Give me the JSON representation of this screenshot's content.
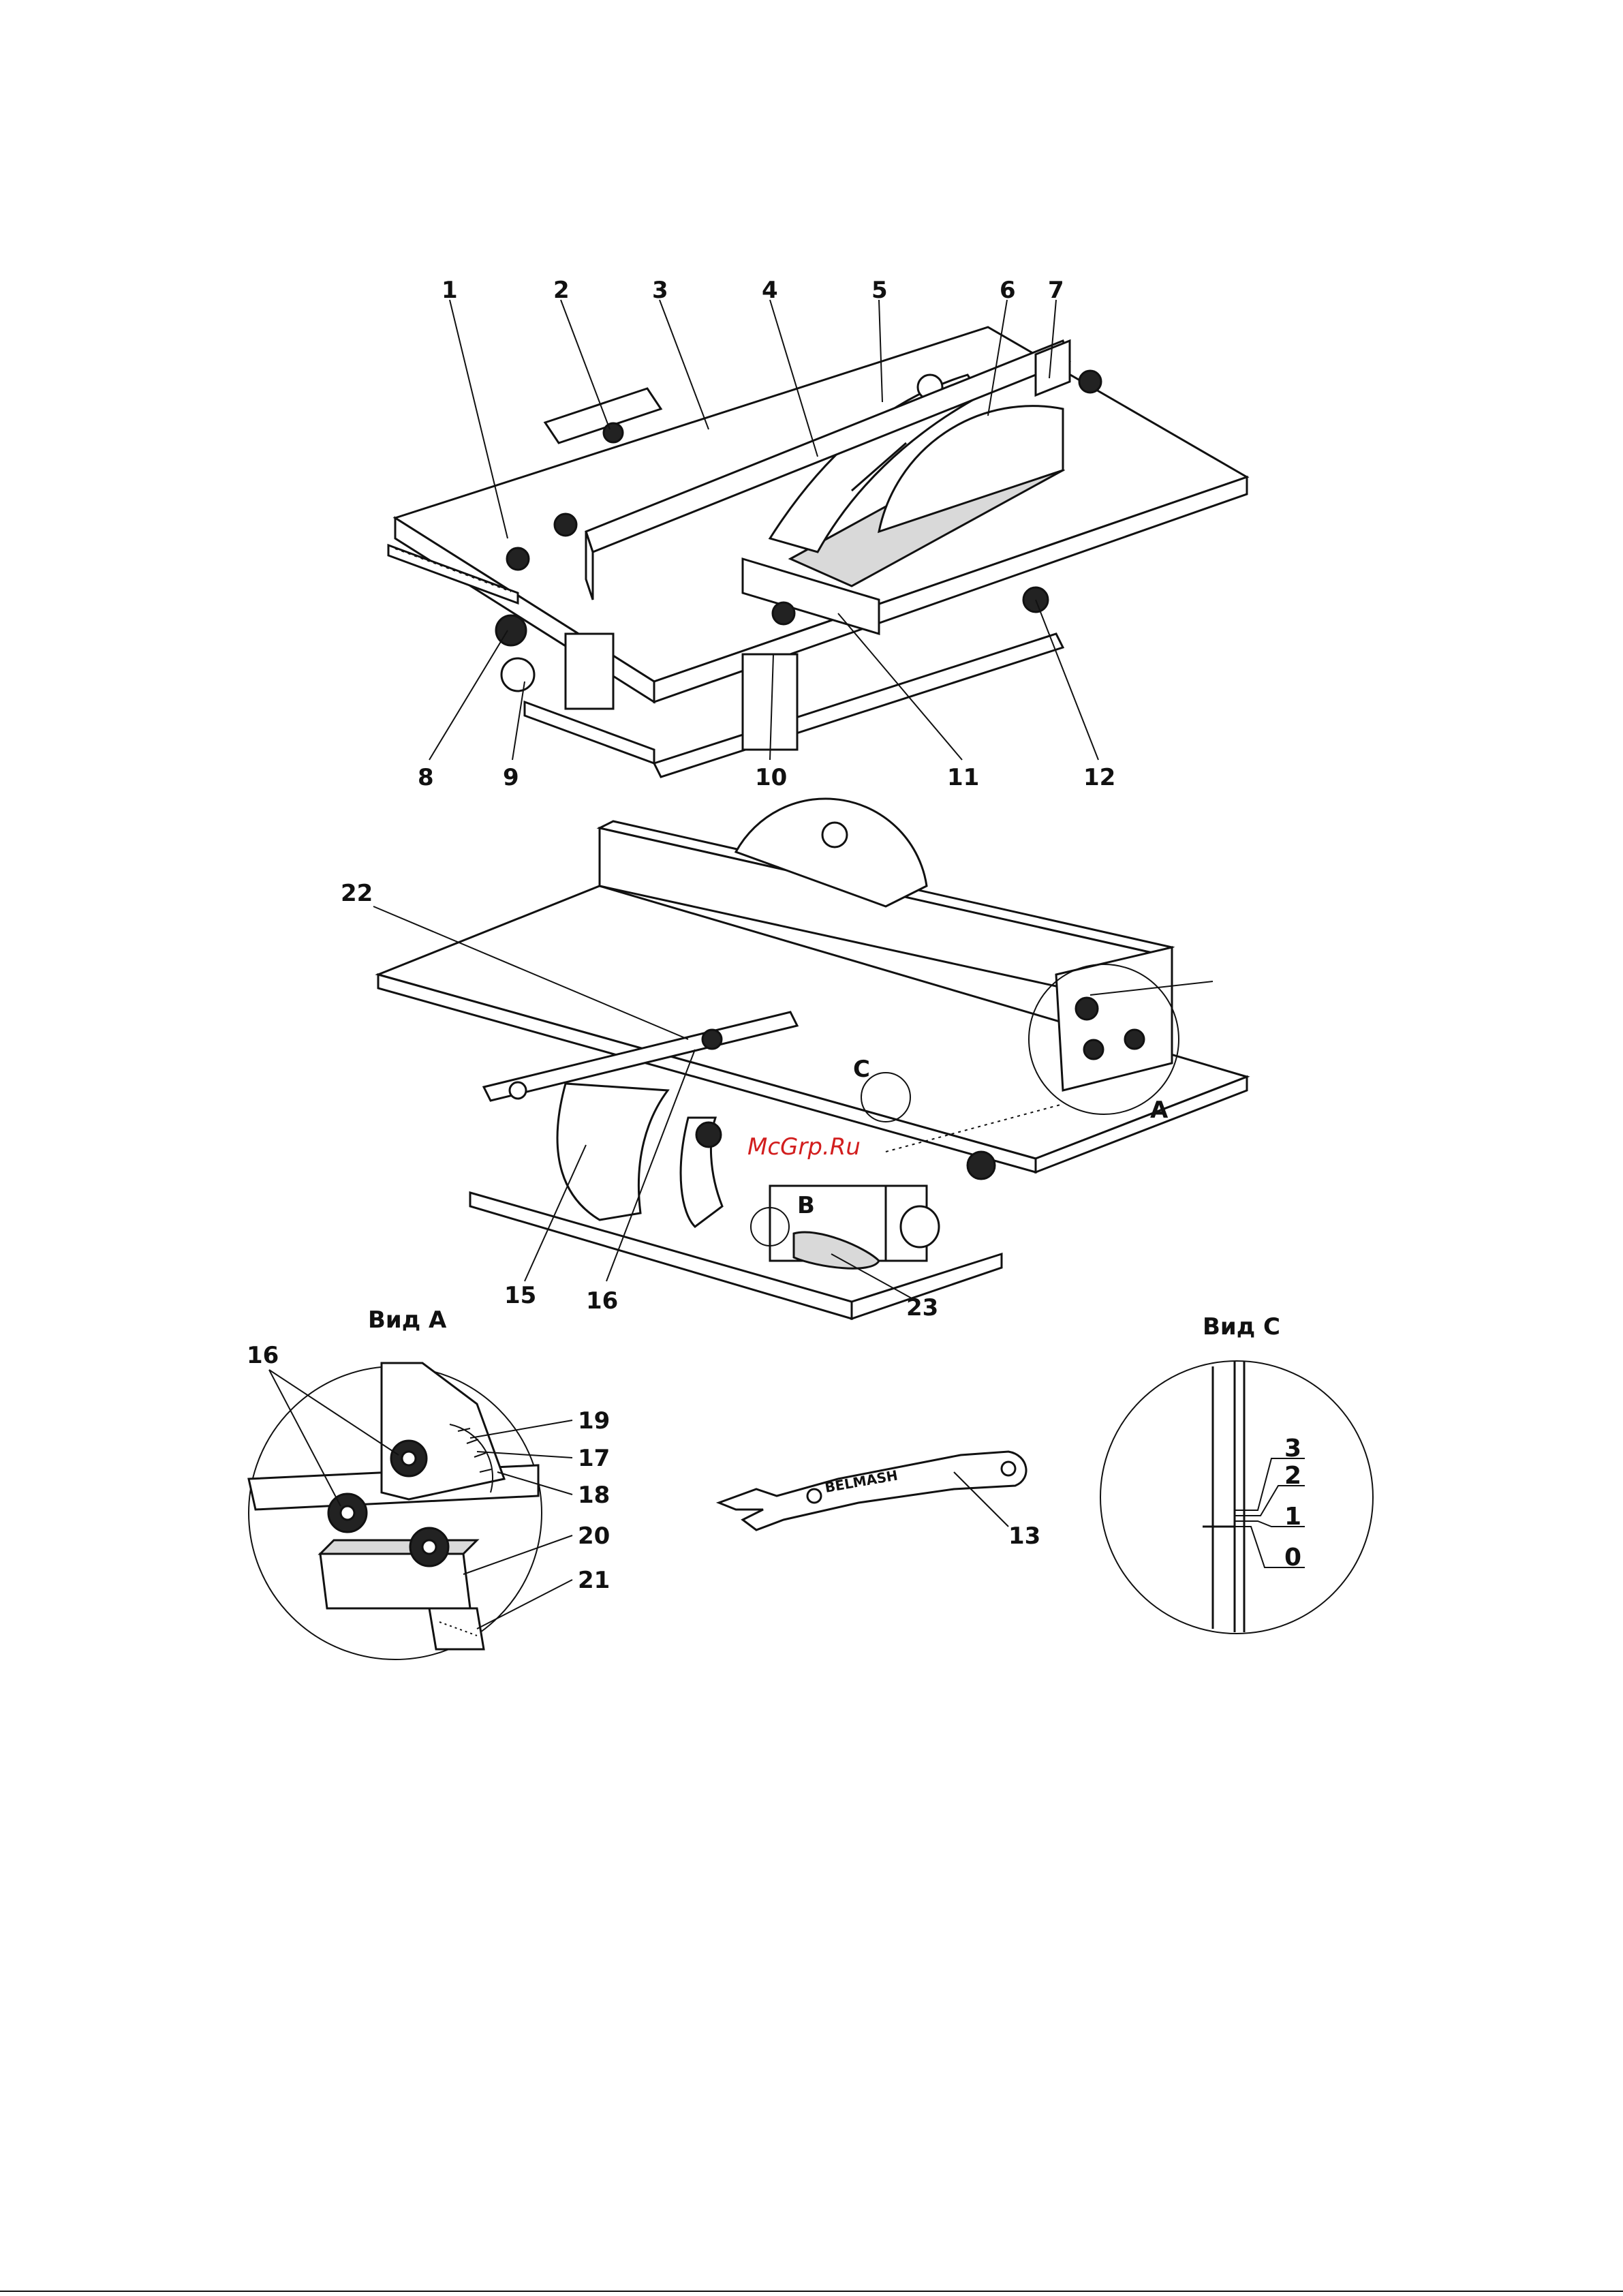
{
  "figure1": {
    "callouts": [
      "1",
      "2",
      "3",
      "4",
      "5",
      "6",
      "7",
      "8",
      "9",
      "10",
      "11",
      "12"
    ]
  },
  "figure2": {
    "callouts": [
      "22",
      "15",
      "16",
      "23"
    ],
    "view_markers": [
      "C",
      "A",
      "B"
    ],
    "watermark": "McGrp.Ru"
  },
  "view_a": {
    "title": "Вид А",
    "callouts": [
      "16",
      "19",
      "17",
      "18",
      "20",
      "21"
    ]
  },
  "wrench": {
    "brand": "BELMASH",
    "callout": "13"
  },
  "view_c": {
    "title": "Вид С",
    "scale_labels": [
      "3",
      "2",
      "1",
      "0"
    ]
  }
}
